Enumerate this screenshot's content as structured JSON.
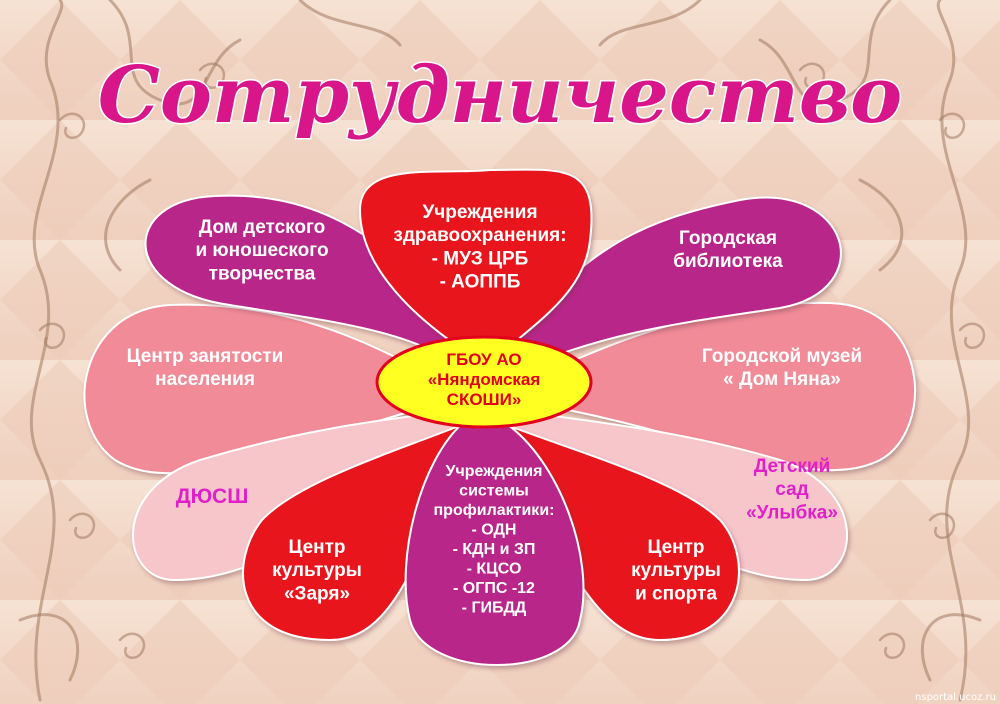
{
  "title": "Сотрудничество",
  "center": {
    "lines": [
      "ГБОУ АО",
      "«Няндомская",
      "СКОШИ»"
    ],
    "fill": "#ffff22",
    "stroke": "#e2001a",
    "text_color": "#e2001a"
  },
  "petals": [
    {
      "id": "dom-detskogo",
      "lines": [
        "Дом детского",
        "и юношеского",
        "творчества"
      ],
      "fill": "#b9278a",
      "text_color": "#ffffff"
    },
    {
      "id": "zdravoohranenie",
      "lines": [
        "Учреждения",
        "здравоохранения:",
        "- МУЗ ЦРБ",
        "- АОППБ"
      ],
      "fill": "#e8131d",
      "text_color": "#ffffff"
    },
    {
      "id": "biblioteka",
      "lines": [
        "Городская",
        "библиотека"
      ],
      "fill": "#b9278a",
      "text_color": "#ffffff"
    },
    {
      "id": "centr-zanyatosti",
      "lines": [
        "Центр занятости",
        "населения"
      ],
      "fill": "#f18b98",
      "text_color": "#ffffff"
    },
    {
      "id": "muzei",
      "lines": [
        "Городской музей",
        "« Дом Няна»"
      ],
      "fill": "#f18b98",
      "text_color": "#ffffff"
    },
    {
      "id": "dyussh",
      "lines": [
        "ДЮСШ"
      ],
      "fill": "#f7c6ca",
      "text_color": "#e020c8"
    },
    {
      "id": "detsad",
      "lines": [
        "Детский",
        "сад",
        "«Улыбка»"
      ],
      "fill": "#f7c6ca",
      "text_color": "#e020c8"
    },
    {
      "id": "zarya",
      "lines": [
        "Центр",
        "культуры",
        "«Заря»"
      ],
      "fill": "#e8131d",
      "text_color": "#ffffff"
    },
    {
      "id": "profilaktika",
      "lines": [
        "Учреждения",
        "системы",
        "профилактики:",
        "- ОДН",
        "- КДН и ЗП",
        "- КЦСО",
        "- ОГПС -12",
        "- ГИБДД"
      ],
      "fill": "#b9278a",
      "text_color": "#ffffff"
    },
    {
      "id": "kultura-sport",
      "lines": [
        "Центр",
        "культуры",
        "и спорта"
      ],
      "fill": "#e8131d",
      "text_color": "#ffffff"
    }
  ],
  "watermark": "nsportal.ucoz.ru",
  "colors": {
    "background": "#f3d8c6",
    "title": "#d8168a",
    "vine": "#a07860"
  }
}
